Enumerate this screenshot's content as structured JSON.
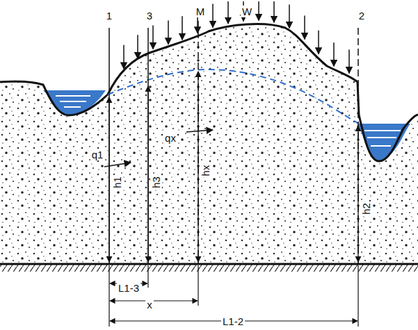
{
  "diagram": {
    "labels": [
      "1",
      "3",
      "M",
      "W",
      "2",
      "q1",
      "qx",
      "h1",
      "h3",
      "hx",
      "h2",
      "L1-3",
      "x",
      "L1-2"
    ]
  }
}
